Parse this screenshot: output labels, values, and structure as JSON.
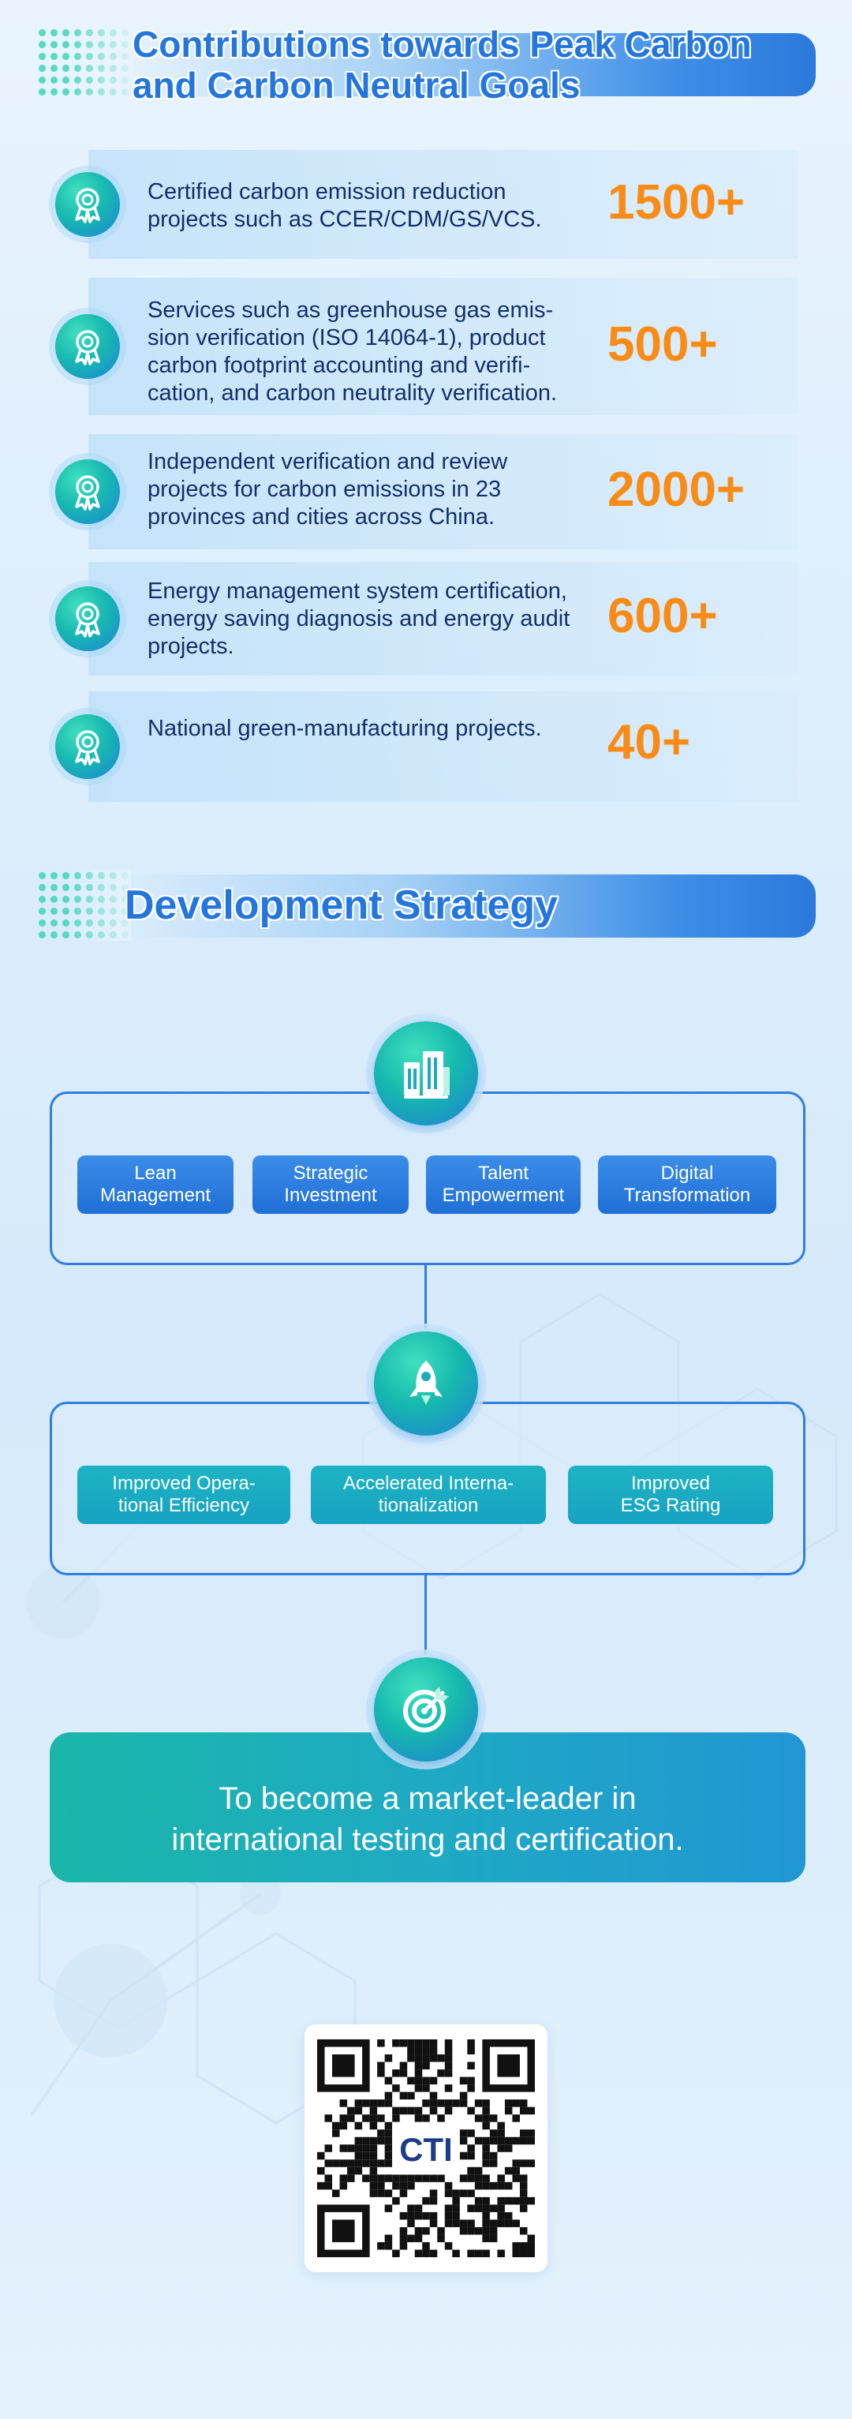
{
  "section1": {
    "title_line1": "Contributions towards Peak Carbon",
    "title_line2": "and Carbon Neutral Goals",
    "stats": [
      {
        "text": "Certified carbon emission reduction projects such as CCER/CDM/GS/VCS.",
        "value": "1500+"
      },
      {
        "text": "Services such as greenhouse gas emis-sion verification (ISO 14064-1), product carbon footprint accounting and verifi-cation, and carbon neutrality verification.",
        "value": "500+"
      },
      {
        "text": "Independent verification and review projects for carbon emissions in 23 provinces and cities across China.",
        "value": "2000+"
      },
      {
        "text": "Energy management system certification, energy saving diagnosis and energy audit projects.",
        "value": "600+"
      },
      {
        "text": "National green-manufacturing projects.",
        "value": "40+"
      }
    ],
    "icon": "award-medal-icon"
  },
  "section2": {
    "title": "Development Strategy",
    "tier1": {
      "icon": "building-icon",
      "items": [
        {
          "line1": "Lean",
          "line2": "Management"
        },
        {
          "line1": "Strategic",
          "line2": "Investment"
        },
        {
          "line1": "Talent",
          "line2": "Empowerment"
        },
        {
          "line1": "Digital",
          "line2": "Transformation"
        }
      ]
    },
    "tier2": {
      "icon": "rocket-icon",
      "items": [
        {
          "line1": "Improved Opera-",
          "line2": "tional Efficiency"
        },
        {
          "line1": "Accelerated Interna-",
          "line2": "tionalization"
        },
        {
          "line1": "Improved",
          "line2": "ESG Rating"
        }
      ]
    },
    "goal": {
      "icon": "target-icon",
      "line1": "To become a market-leader in",
      "line2": "international testing and certification."
    }
  },
  "qr": {
    "logo_text": "CTI",
    "icon": "qr-code-icon"
  },
  "colors": {
    "accent_blue": "#2476dd",
    "value_orange": "#f98b16",
    "teal": "#1ab6a9",
    "text_navy": "#142f6b"
  }
}
